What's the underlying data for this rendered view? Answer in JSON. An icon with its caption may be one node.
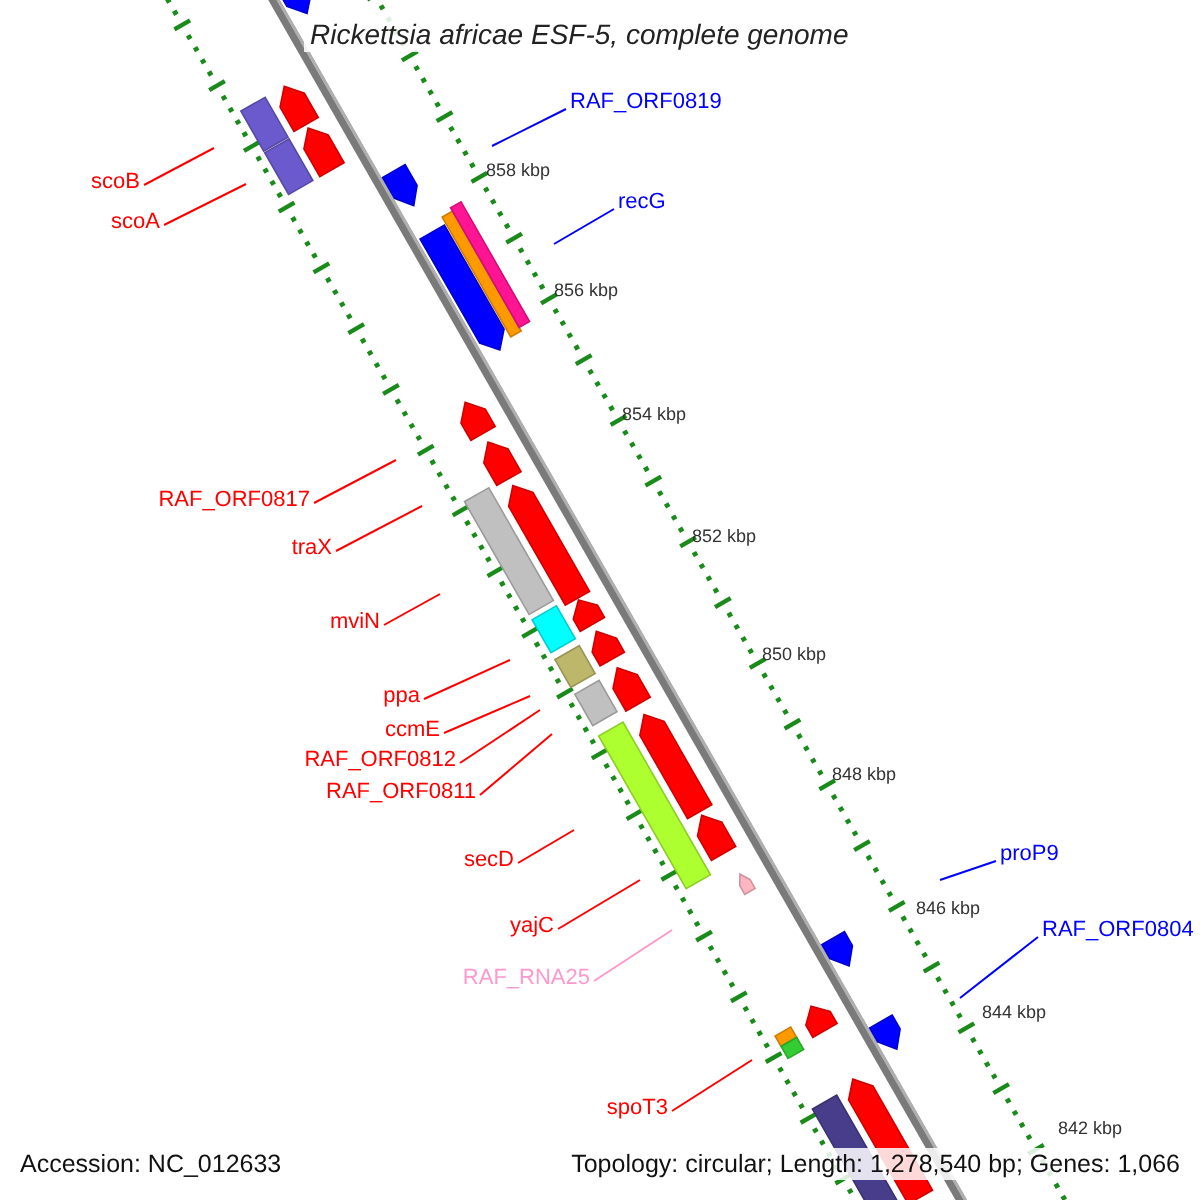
{
  "diagram": {
    "title": "Rickettsia africae ESF-5, complete genome",
    "nodes": [
      {
        "text": [
          "RAF_ORF0819"
        ]
      },
      {
        "text": [
          "scoB"
        ]
      },
      {
        "text": [
          "recG"
        ]
      },
      {
        "text": [
          "scoA"
        ]
      },
      {
        "text": [
          "RAF_ORF0817"
        ]
      },
      {
        "text": [
          "traX"
        ]
      },
      {
        "text": [
          "mviN"
        ]
      },
      {
        "text": [
          "ppa"
        ]
      },
      {
        "text": [
          "ccmE"
        ]
      },
      {
        "text": [
          "RAF_ORF0812"
        ]
      },
      {
        "text": [
          "RAF_ORF0811"
        ]
      },
      {
        "text": [
          "proP9"
        ]
      },
      {
        "text": [
          "secD"
        ]
      },
      {
        "text": [
          "yajC"
        ]
      },
      {
        "text": [
          "RAF_ORF0804"
        ]
      },
      {
        "text": [
          "RAF_RNA25"
        ]
      },
      {
        "text": [
          "spoT3"
        ]
      }
    ],
    "edges": [
      {
        "from": 0,
        "to": null,
        "arrow": "none",
        "color": "#0000ff"
      },
      {
        "from": 1,
        "to": null,
        "arrow": "none"
      },
      {
        "from": 2,
        "to": null,
        "arrow": "none",
        "color": "#0000ff"
      },
      {
        "from": 3,
        "to": null,
        "arrow": "none"
      },
      {
        "from": 4,
        "to": null,
        "arrow": "none"
      },
      {
        "from": 5,
        "to": null,
        "arrow": "none"
      },
      {
        "from": 6,
        "to": null,
        "arrow": "none"
      },
      {
        "from": 7,
        "to": null,
        "arrow": "none"
      },
      {
        "from": 8,
        "to": null,
        "arrow": "none"
      },
      {
        "from": 9,
        "to": null,
        "arrow": "none"
      },
      {
        "from": 10,
        "to": null,
        "arrow": "none"
      },
      {
        "from": 11,
        "to": null,
        "arrow": "none",
        "color": "#0000ff"
      },
      {
        "from": 12,
        "to": null,
        "arrow": "none"
      },
      {
        "from": 13,
        "to": null,
        "arrow": "none"
      },
      {
        "from": 14,
        "to": null,
        "arrow": "none",
        "color": "#0000ff"
      },
      {
        "from": 15,
        "to": null,
        "arrow": "none",
        "color": "#ff99cc"
      },
      {
        "from": 16,
        "to": null,
        "arrow": "none"
      }
    ],
    "labels": [
      "858 kbp",
      "856 kbp",
      "854 kbp",
      "852 kbp",
      "850 kbp",
      "848 kbp",
      "846 kbp",
      "844 kbp",
      "842 kbp",
      "Accession: NC_012633",
      "Topology: circular; Length: 1,278,540 bp; Genes: 1,066"
    ]
  }
}
